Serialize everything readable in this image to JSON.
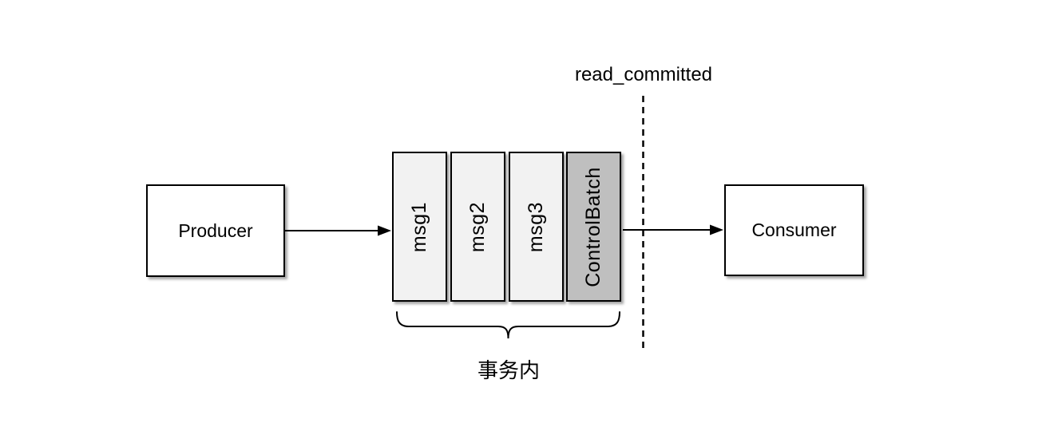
{
  "diagram": {
    "producer": {
      "label": "Producer"
    },
    "consumer": {
      "label": "Consumer"
    },
    "batch": {
      "items": [
        {
          "label": "msg1",
          "type": "message"
        },
        {
          "label": "msg2",
          "type": "message"
        },
        {
          "label": "msg3",
          "type": "message"
        },
        {
          "label": "ControlBatch",
          "type": "control"
        }
      ],
      "group_label": "事务内"
    },
    "isolation": {
      "label": "read_committed"
    },
    "colors": {
      "background": "#ffffff",
      "node_fill": "#ffffff",
      "message_fill": "#f2f2f2",
      "control_fill": "#bfbfbf",
      "stroke": "#000000",
      "text": "#000000"
    }
  }
}
